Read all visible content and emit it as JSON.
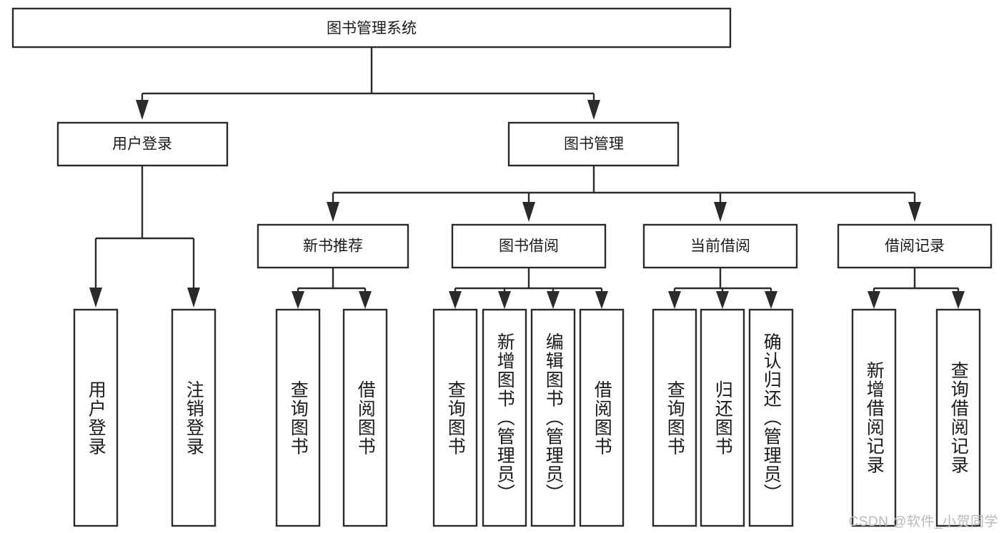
{
  "diagram": {
    "type": "tree",
    "title": "图书管理系统",
    "orientation": "top-down",
    "root": {
      "label": "图书管理系统",
      "level": 0
    },
    "level1": [
      {
        "label": "用户登录"
      },
      {
        "label": "图书管理"
      }
    ],
    "level2": [
      {
        "label": "新书推荐",
        "parent": "图书管理"
      },
      {
        "label": "图书借阅",
        "parent": "图书管理"
      },
      {
        "label": "当前借阅",
        "parent": "图书管理"
      },
      {
        "label": "借阅记录",
        "parent": "图书管理"
      }
    ],
    "leaves": {
      "user_login": [
        {
          "label": "用户登录"
        },
        {
          "label": "注销登录"
        }
      ],
      "new_book_recommend": [
        {
          "label": "查询图书"
        },
        {
          "label": "借阅图书"
        }
      ],
      "book_borrow": [
        {
          "label": "查询图书"
        },
        {
          "label": "新增图书（管理员）"
        },
        {
          "label": "编辑图书（管理员）"
        },
        {
          "label": "借阅图书"
        }
      ],
      "current_borrow": [
        {
          "label": "查询图书"
        },
        {
          "label": "归还图书"
        },
        {
          "label": "确认归还（管理员）"
        }
      ],
      "borrow_record": [
        {
          "label": "新增借阅记录"
        },
        {
          "label": "查询借阅记录"
        }
      ]
    },
    "watermark": "CSDN @软件_小贺同学",
    "colors": {
      "stroke": "#2b2b2b",
      "fill": "#ffffff",
      "text": "#1a1a1a",
      "watermark": "#b9b9b9",
      "background": "#ffffff"
    }
  }
}
